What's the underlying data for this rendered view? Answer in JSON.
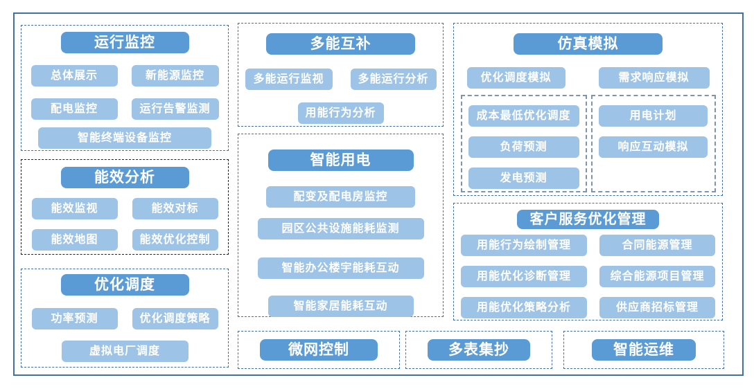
{
  "palette": {
    "header_button_bg": "#5b9bd5",
    "item_button_bg": "#9dc3e6",
    "button_text": "#ffffff",
    "outer_frame_border": "#41719c",
    "group_dashed_border_blue": "#3e6f9f",
    "group_dashed_border_black": "#1f1f1f",
    "inner_dashed_border": "#7f93ad",
    "background": "#ffffff"
  },
  "groups": [
    {
      "title": "运行监控",
      "items": [
        "总体展示",
        "新能源监控",
        "配电监控",
        "运行告警监测",
        "智能终端设备监控"
      ]
    },
    {
      "title": "能效分析",
      "items": [
        "能效监视",
        "能效对标",
        "能效地图",
        "能效优化控制"
      ]
    },
    {
      "title": "优化调度",
      "items": [
        "功率预测",
        "优化调度策略",
        "虚拟电厂调度"
      ]
    },
    {
      "title": "多能互补",
      "items": [
        "多能运行监视",
        "多能运行分析",
        "用能行为分析"
      ]
    },
    {
      "title": "智能用电",
      "items": [
        "配变及配电房监控",
        "园区公共设施能耗监测",
        "智能办公楼宇能耗互动",
        "智能家居能耗互动"
      ]
    },
    {
      "title": "仿真模拟",
      "items": [
        "优化调度模拟",
        "需求响应模拟"
      ],
      "subgroups": [
        {
          "items": [
            "成本最低优化调度",
            "负荷预测",
            "发电预测"
          ]
        },
        {
          "items": [
            "用电计划",
            "响应互动模拟"
          ]
        }
      ]
    },
    {
      "title": "客户服务优化管理",
      "items": [
        "用能行为绘制管理",
        "合同能源管理",
        "用能优化诊断管理",
        "综合能源项目管理",
        "用能优化策略分析",
        "供应商招标管理"
      ]
    },
    {
      "title": "微网控制",
      "items": []
    },
    {
      "title": "多表集抄",
      "items": []
    },
    {
      "title": "智能运维",
      "items": []
    }
  ]
}
